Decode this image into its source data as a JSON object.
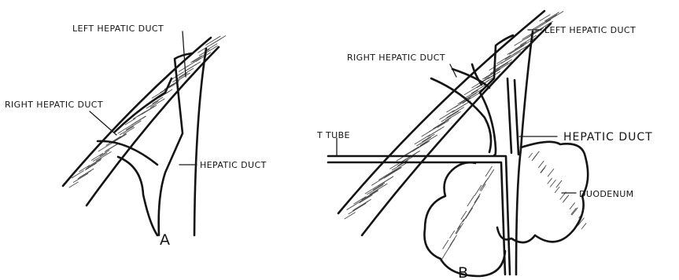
{
  "panel_a": {
    "labels": {
      "left_hepatic_duct": "LEFT HEPATIC DUCT",
      "right_hepatic_duct": "RIGHT HEPATIC DUCT",
      "hepatic_duct": "HEPATIC DUCT"
    },
    "panel_letter": "A"
  },
  "panel_b": {
    "labels": {
      "right_hepatic_duct": "RIGHT HEPATIC DUCT",
      "left_hepatic_duct": "LEFT HEPATIC DUCT",
      "hepatic_duct": "HEPATIC DUCT",
      "t_tube": "T TUBE",
      "duodenum": "DUODENUM"
    },
    "panel_letter": "B"
  }
}
